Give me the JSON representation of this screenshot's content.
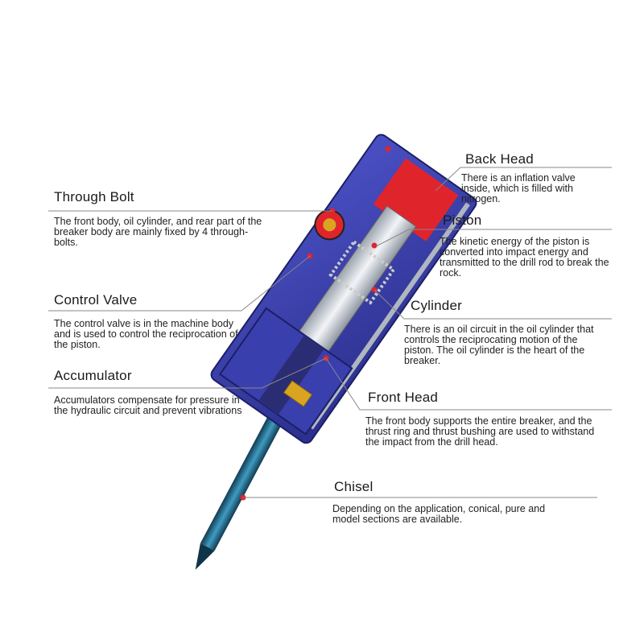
{
  "labels": {
    "back_head": {
      "title": "Back Head",
      "description": "There is an inflation valve inside, which is filled with nitrogen."
    },
    "through_bolt": {
      "title": "Through Bolt",
      "description": "The front body, oil cylinder, and rear part of the breaker body are mainly fixed by 4 through-bolts."
    },
    "piston": {
      "title": "Piston",
      "description": "The kinetic energy of the piston is converted into impact energy and transmitted to the drill rod to break the rock."
    },
    "control_valve": {
      "title": "Control Valve",
      "description": "The control valve is in the machine body and is used to control the reciprocation of the piston."
    },
    "cylinder": {
      "title": "Cylinder",
      "description": "There is an oil circuit in the oil cylinder that controls the reciprocating motion of the piston. The oil cylinder is the heart of the breaker."
    },
    "accumulator": {
      "title": "Accumulator",
      "description": "Accumulators compensate for pressure in the hydraulic circuit and prevent vibrations"
    },
    "front_head": {
      "title": "Front Head",
      "description": "The front body supports the entire breaker, and the thrust ring and thrust bushing are used to withstand the impact from the drill head."
    },
    "chisel": {
      "title": "Chisel",
      "description": "Depending on the application, conical, pure and model sections are available."
    }
  },
  "colors": {
    "body": "#3b3fae",
    "body_dark": "#23267a",
    "red": "#e0242c",
    "steel": "#c9ced6",
    "chisel": "#1f6a8c",
    "gold": "#d9a520",
    "leader": "#888888"
  }
}
